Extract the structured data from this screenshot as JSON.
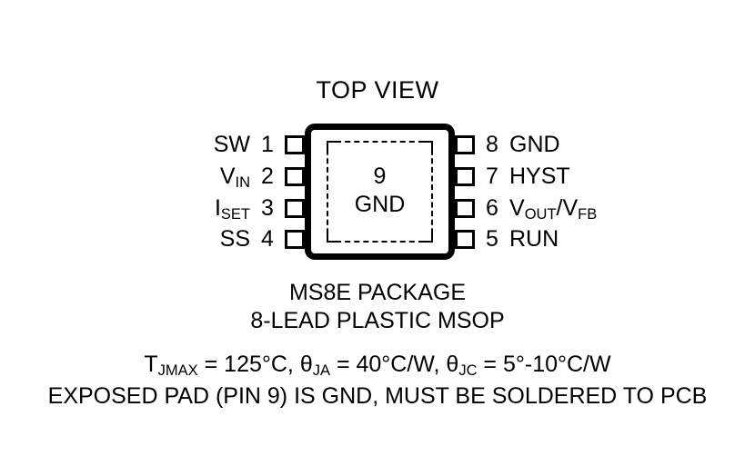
{
  "diagram": {
    "title": "TOP VIEW",
    "package": {
      "exposed_pad_number": "9",
      "exposed_pad_label": "GND"
    },
    "pins_left": [
      {
        "number": "1",
        "name": "SW",
        "name_base": "SW",
        "name_sub": ""
      },
      {
        "number": "2",
        "name": "VIN",
        "name_base": "V",
        "name_sub": "IN"
      },
      {
        "number": "3",
        "name": "ISET",
        "name_base": "I",
        "name_sub": "SET"
      },
      {
        "number": "4",
        "name": "SS",
        "name_base": "SS",
        "name_sub": ""
      }
    ],
    "pins_right": [
      {
        "number": "8",
        "name": "GND"
      },
      {
        "number": "7",
        "name": "HYST"
      },
      {
        "number": "6",
        "name": "VOUT/VFB"
      },
      {
        "number": "5",
        "name": "RUN"
      }
    ],
    "pin6": {
      "base1": "V",
      "sub1": "OUT",
      "slash": "/",
      "base2": "V",
      "sub2": "FB"
    },
    "caption": {
      "line1": "MS8E PACKAGE",
      "line2": "8-LEAD PLASTIC MSOP",
      "thermal_tjmax_symbol": "T",
      "thermal_tjmax_sub": "JMAX",
      "thermal_tjmax_value": " = 125°C, ",
      "thermal_tja_symbol": "θ",
      "thermal_tja_sub": "JA",
      "thermal_tja_value": " = 40°C/W, ",
      "thermal_tjc_symbol": "θ",
      "thermal_tjc_sub": "JC",
      "thermal_tjc_value": " = 5°-10°C/W",
      "note": "EXPOSED PAD (PIN 9) IS GND, MUST BE SOLDERED TO PCB"
    }
  },
  "colors": {
    "ink": "#000000",
    "background": "#ffffff"
  }
}
